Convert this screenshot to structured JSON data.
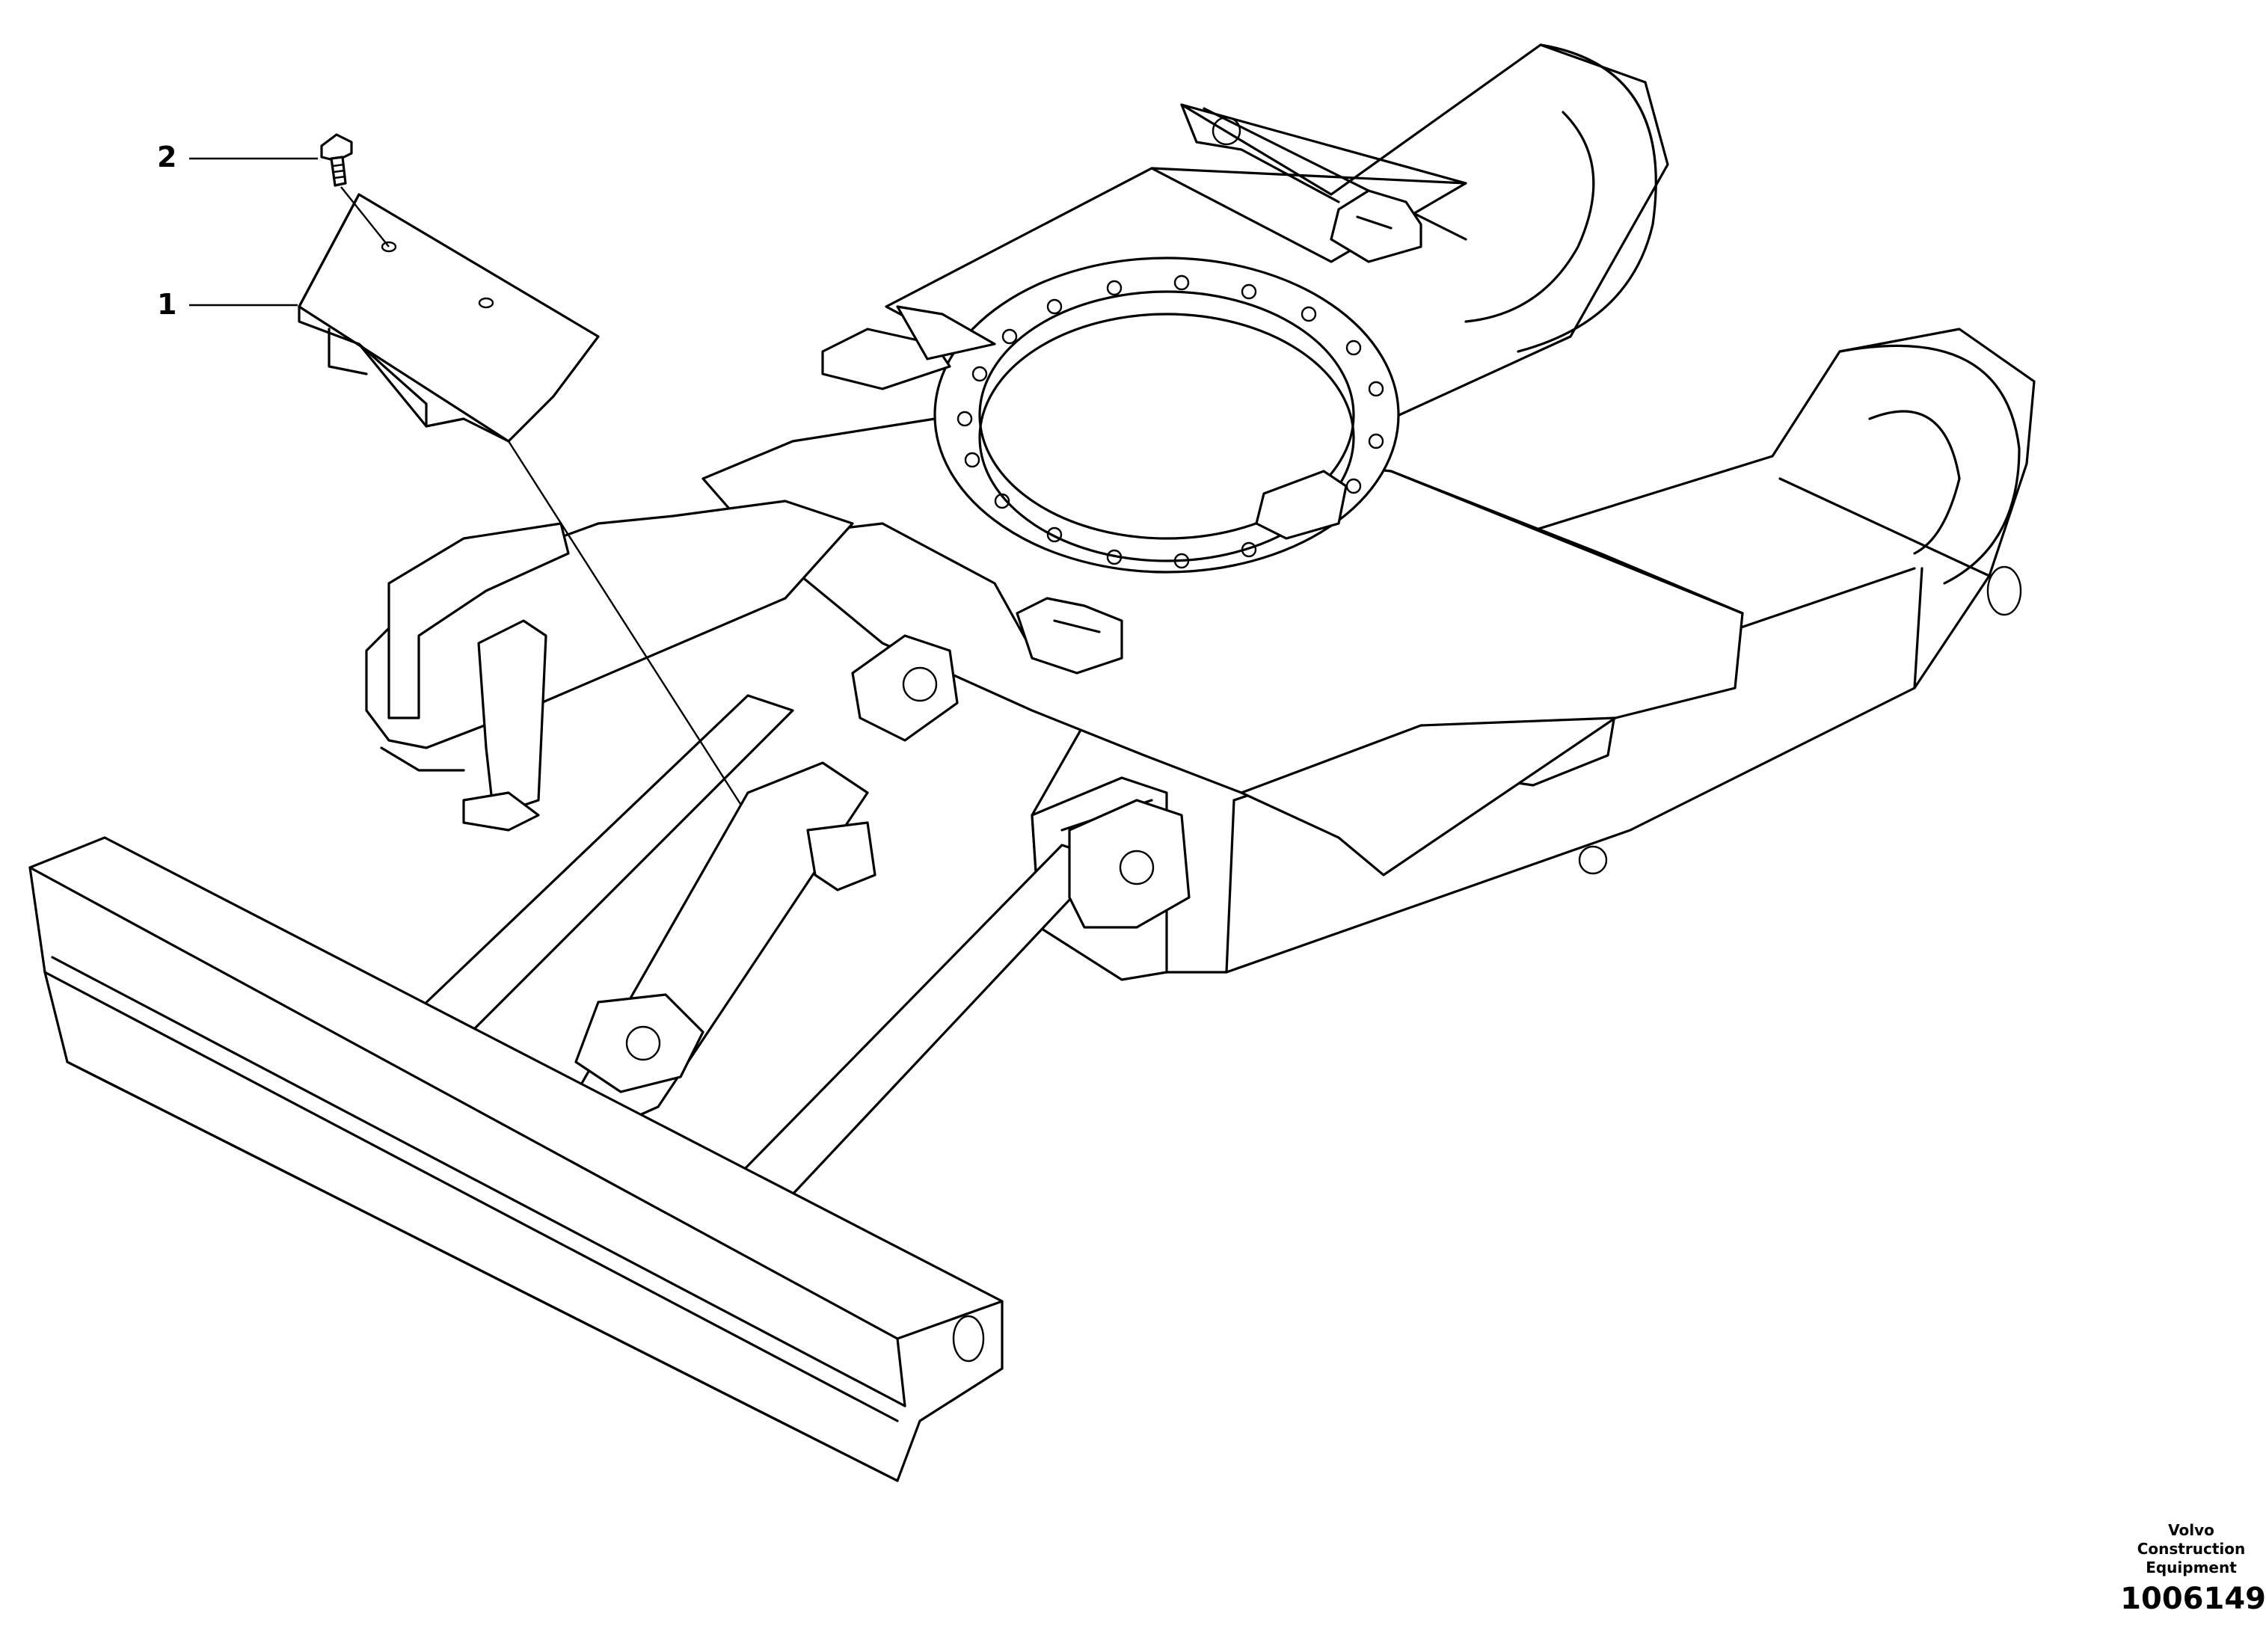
{
  "callouts": [
    {
      "number": "2",
      "part": "screw"
    },
    {
      "number": "1",
      "part": "cover-plate"
    }
  ],
  "footer": {
    "brand_line1": "Volvo Construction",
    "brand_line2": "Equipment",
    "figure_number": "1006149"
  }
}
